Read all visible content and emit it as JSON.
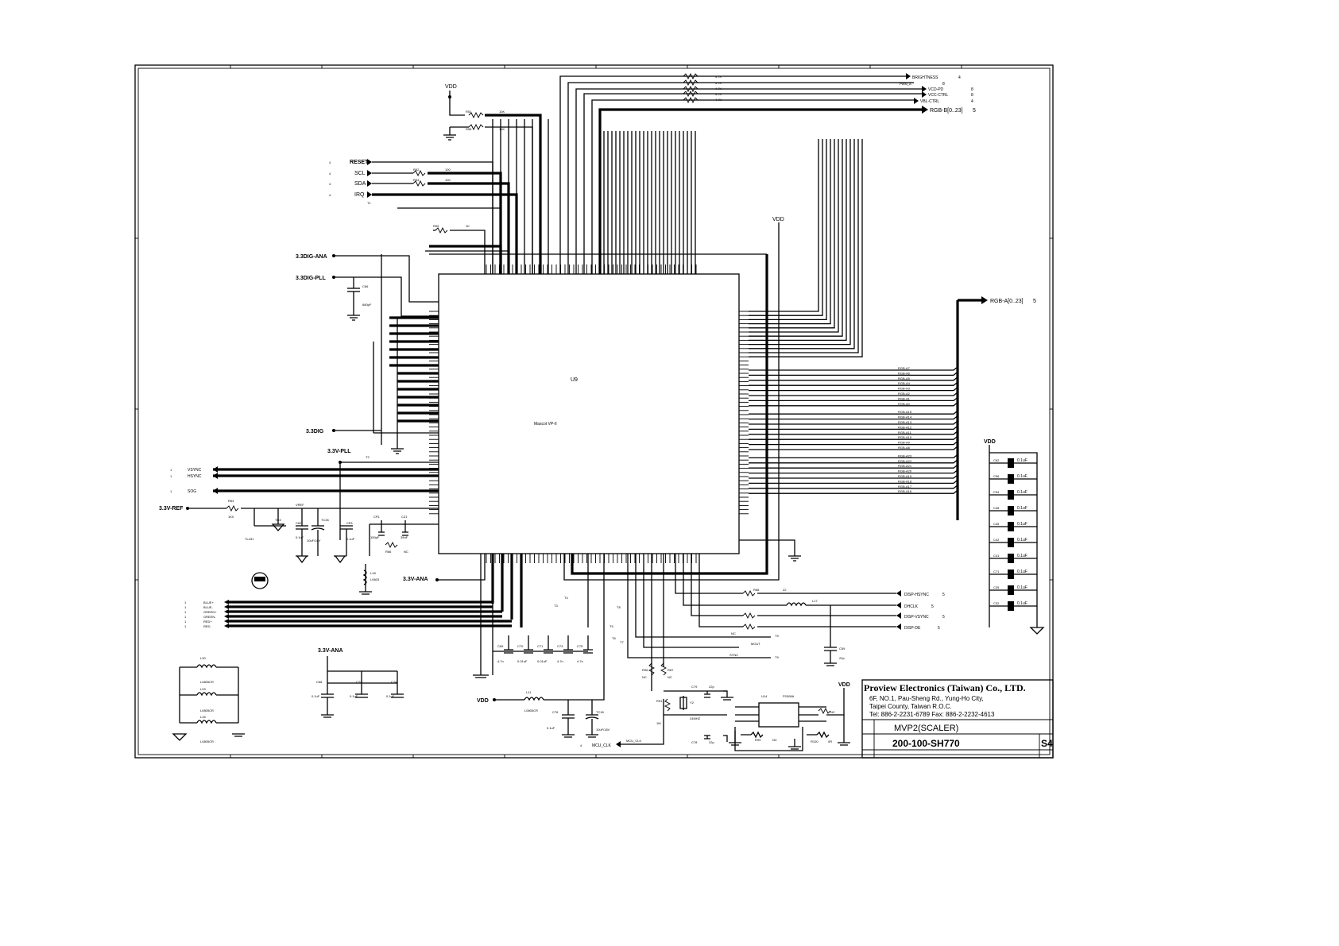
{
  "chip": {
    "ref": "U9",
    "part": "Mascot VP-II"
  },
  "power": {
    "vdd": "VDD",
    "vdd3_3_ana": "3.3V-ANA",
    "vdd3_3_pll": "3.3V-PLL",
    "vdd3_3_ref": "3.3V-REF",
    "vdd3_3dig_ana": "3.3DIG-ANA",
    "vdd3_3dig_pll": "3.3DIG-PLL",
    "vdd3_3dig": "3.3DIG"
  },
  "top_outputs": [
    {
      "label": "BRIGHTNESS",
      "sheet": "4"
    },
    {
      "label": "PWM_A",
      "sheet": "8"
    },
    {
      "label": "VCD-PD",
      "sheet": "8"
    },
    {
      "label": "VCC-CTRL",
      "sheet": "8"
    },
    {
      "label": "VBL-CTRL",
      "sheet": "4"
    }
  ],
  "rgb_b_bus": {
    "label": "RGB-B[0..23]",
    "sheet": "5"
  },
  "rgb_a_bus": {
    "label": "RGB-A[0..23]",
    "sheet": "5"
  },
  "left_control": [
    {
      "label": "RESET",
      "sheet": "4"
    },
    {
      "label": "SCL",
      "sheet": "4"
    },
    {
      "label": "SDA",
      "sheet": "4"
    },
    {
      "label": "IRQ",
      "sheet": "4"
    }
  ],
  "left_sync": [
    {
      "label": "VSYNC",
      "sheet": "1"
    },
    {
      "label": "HSYNC",
      "sheet": "1"
    },
    {
      "label": "SOG",
      "sheet": "1"
    }
  ],
  "analog_in": [
    {
      "label": "BLUE+",
      "sheet": "1"
    },
    {
      "label": "BLUE-",
      "sheet": "1"
    },
    {
      "label": "GREEN+",
      "sheet": "1"
    },
    {
      "label": "GREEN-",
      "sheet": "1"
    },
    {
      "label": "RED+",
      "sheet": "1"
    },
    {
      "label": "RED-",
      "sheet": "1"
    }
  ],
  "right_display": [
    {
      "label": "DISP-HSYNC",
      "sheet": "5"
    },
    {
      "label": "DHCLK",
      "sheet": "5"
    },
    {
      "label": "DISP-VSYNC",
      "sheet": "5"
    },
    {
      "label": "DISP-DE",
      "sheet": "5"
    }
  ],
  "resistors": {
    "r_top_a": {
      "ref": "R51",
      "value": "10K"
    },
    "r_top_b": {
      "ref": "R58",
      "value": "10K"
    },
    "r_scl": {
      "ref": "R52",
      "value": "100"
    },
    "r_sda": {
      "ref": "R54",
      "value": "100"
    },
    "r_pull": {
      "ref": "R59",
      "value": "1K"
    },
    "r_ref": {
      "ref": "R63",
      "value": "1K0"
    },
    "r_nc": {
      "ref": "R66",
      "value": "NC"
    },
    "r_22": {
      "ref": "R68",
      "value": "22"
    },
    "r_pwm": [
      "4.7K",
      "4.7K",
      "4.7K",
      "4.7K",
      "4.7K"
    ],
    "r_mclk": {
      "ref": "R87",
      "value": "NC"
    },
    "r_mcu": {
      "ref": "R96",
      "value": "NC"
    },
    "r_nc2": {
      "ref": "R99",
      "value": "NC"
    },
    "r_0r": {
      "ref": "R100",
      "value": "0R"
    },
    "r_1m": {
      "ref": "R91",
      "value": "1M"
    }
  },
  "caps": {
    "c_pll": {
      "ref": "C66",
      "value": "680pF"
    },
    "c_vref": [
      {
        "ref": "TD3",
        "value": ""
      },
      {
        "ref": "C62",
        "value": "0.1uF"
      },
      {
        "ref": "TC26",
        "value": "10uF/16V"
      },
      {
        "ref": "CR1",
        "value": "0.1uF"
      }
    ],
    "c_filter": [
      {
        "ref": "CP1",
        "value": "150pF"
      },
      {
        "ref": "CZ1",
        "value": "39nF"
      }
    ],
    "c_bottom": [
      {
        "ref": "C69",
        "value": "4.7n"
      },
      {
        "ref": "C70",
        "value": "0.01uF"
      },
      {
        "ref": "C71",
        "value": "0.01uF"
      },
      {
        "ref": "C73",
        "value": "4.7n"
      },
      {
        "ref": "C75",
        "value": "4.7n"
      }
    ],
    "c_ana": [
      {
        "ref": "C68",
        "value": "0.1uF"
      },
      {
        "ref": "C72",
        "value": "0.1uF"
      },
      {
        "ref": "C74",
        "value": "0.1uF"
      }
    ],
    "c_vdd": [
      {
        "ref": "C76",
        "value": "0.1uF"
      },
      {
        "ref": "TC18",
        "value": "10uF/16V"
      }
    ],
    "c_xtal": [
      {
        "ref": "C78",
        "value": "22p"
      },
      {
        "ref": "C79",
        "value": "22p"
      }
    ],
    "c_disp": {
      "ref": "C59",
      "value": "22p"
    },
    "c_right": [
      {
        "ref": "C62",
        "value": "0.1uF"
      },
      {
        "ref": "C56",
        "value": "0.1uF"
      },
      {
        "ref": "C54",
        "value": "0.1uF"
      },
      {
        "ref": "C48",
        "value": "0.1uF"
      },
      {
        "ref": "C45",
        "value": "0.1uF"
      },
      {
        "ref": "C42",
        "value": "0.1uF"
      },
      {
        "ref": "C41",
        "value": "0.1uF"
      },
      {
        "ref": "C71",
        "value": "0.1uF"
      },
      {
        "ref": "C35",
        "value": "0.1uF"
      },
      {
        "ref": "C32",
        "value": "0.1uF"
      }
    ]
  },
  "inductors": {
    "l_pll": {
      "ref": "L18",
      "value": "L0603"
    },
    "l_vdd": {
      "ref": "L11",
      "value": "L0805CR"
    },
    "l_disp": {
      "ref": "L17",
      "value": ""
    },
    "l_left": [
      {
        "ref": "L30",
        "value": "L0805CR"
      },
      {
        "ref": "L29",
        "value": "L0805CR"
      },
      {
        "ref": "L16",
        "value": "L0805CR"
      }
    ]
  },
  "misc": {
    "tl431": "TL431",
    "vref": "VREF",
    "xtal": {
      "ref": "Y2",
      "value": "24MHZ"
    },
    "osc": {
      "ref": "U14",
      "part": "P2008A"
    },
    "mcu_clk": "MCU_CLK",
    "mcu_clk_sheet": "4",
    "sig_nc": "NC",
    "sig_mout": "MOUT",
    "sig_sync": "SYNC",
    "testpoints": [
      "T1",
      "T2",
      "T3",
      "T4",
      "T5",
      "T6",
      "T7",
      "T8",
      "T9"
    ],
    "rgb_a_labels": [
      "RGB-A7",
      "RGB-A6",
      "RGB-A5",
      "RGB-A4",
      "RGB-A3",
      "RGB-A2",
      "RGB-A1",
      "RGB-A0",
      "RGB-A15",
      "RGB-A14",
      "RGB-A13",
      "RGB-A12",
      "RGB-A11",
      "RGB-A10",
      "RGB-A9",
      "RGB-A8",
      "RGB-A23",
      "RGB-A22",
      "RGB-A21",
      "RGB-A20",
      "RGB-A19",
      "RGB-A18",
      "RGB-A17",
      "RGB-A16"
    ]
  },
  "title_block": {
    "company": "Proview Electronics (Taiwan) Co., LTD.",
    "address1": "6F, NO.1, Pau-Sheng Rd., Yung-Ho City,",
    "address2": "Taipei County, Taiwan R.O.C.",
    "phone": "Tel: 886-2-2231-6789  Fax: 886-2-2232-4613",
    "title": "MVP2(SCALER)",
    "doc_number": "200-100-SH770",
    "rev": "S4"
  },
  "colors": {
    "ink": "#000000",
    "paper": "#ffffff"
  }
}
